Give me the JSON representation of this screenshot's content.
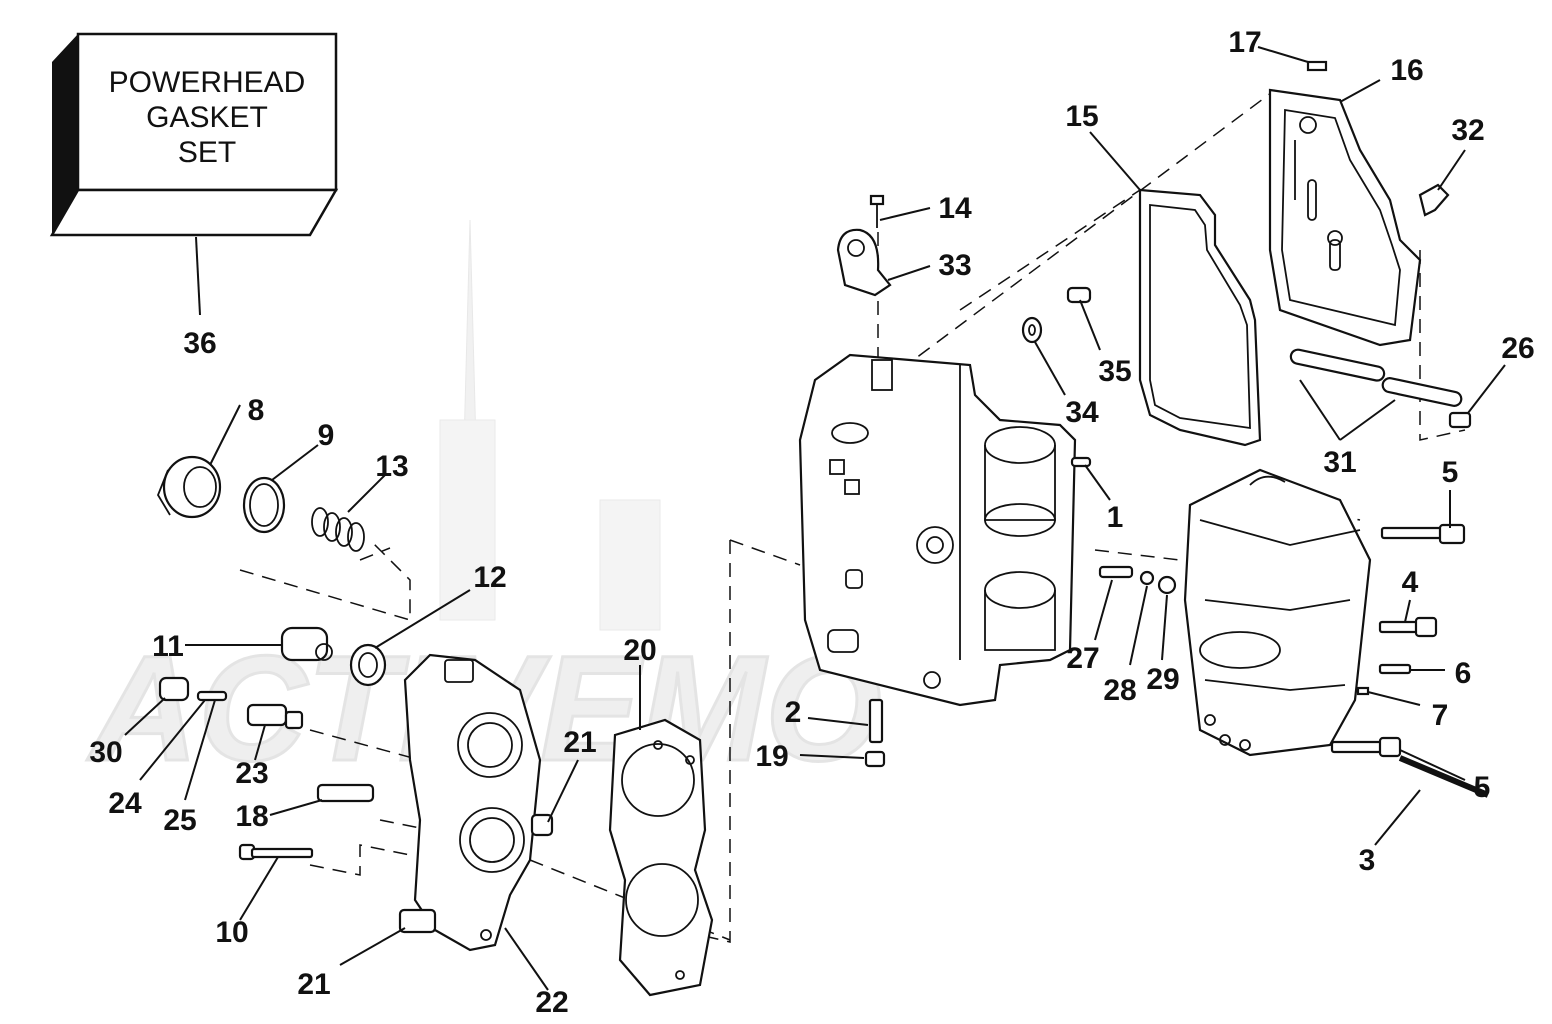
{
  "kit_box": {
    "lines": [
      "POWERHEAD",
      "GASKET",
      "SET"
    ],
    "callout": "36"
  },
  "watermark": "ACTIVEMO",
  "callouts": {
    "c1": "1",
    "c2": "2",
    "c3": "3",
    "c4": "4",
    "c5a": "5",
    "c5b": "5",
    "c6": "6",
    "c7": "7",
    "c8": "8",
    "c9": "9",
    "c10": "10",
    "c11": "11",
    "c12": "12",
    "c13": "13",
    "c14": "14",
    "c15": "15",
    "c16": "16",
    "c17": "17",
    "c18": "18",
    "c19": "19",
    "c20": "20",
    "c21a": "21",
    "c21b": "21",
    "c22": "22",
    "c23": "23",
    "c24": "24",
    "c25": "25",
    "c26": "26",
    "c27": "27",
    "c28": "28",
    "c29": "29",
    "c30": "30",
    "c31": "31",
    "c32": "32",
    "c33": "33",
    "c34": "34",
    "c35": "35"
  }
}
